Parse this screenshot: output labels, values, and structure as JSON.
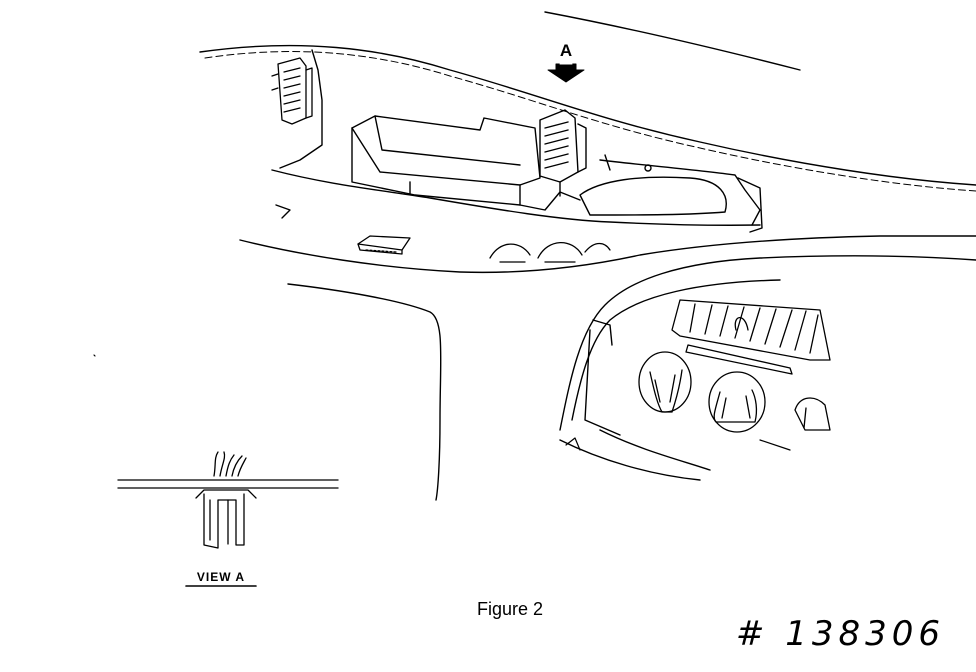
{
  "figure": {
    "caption": "Figure 2",
    "arrow_label": "A",
    "view_label": "VIEW A",
    "handwritten_number": "# 138306"
  },
  "colors": {
    "ink": "#000000",
    "paper": "#ffffff"
  }
}
